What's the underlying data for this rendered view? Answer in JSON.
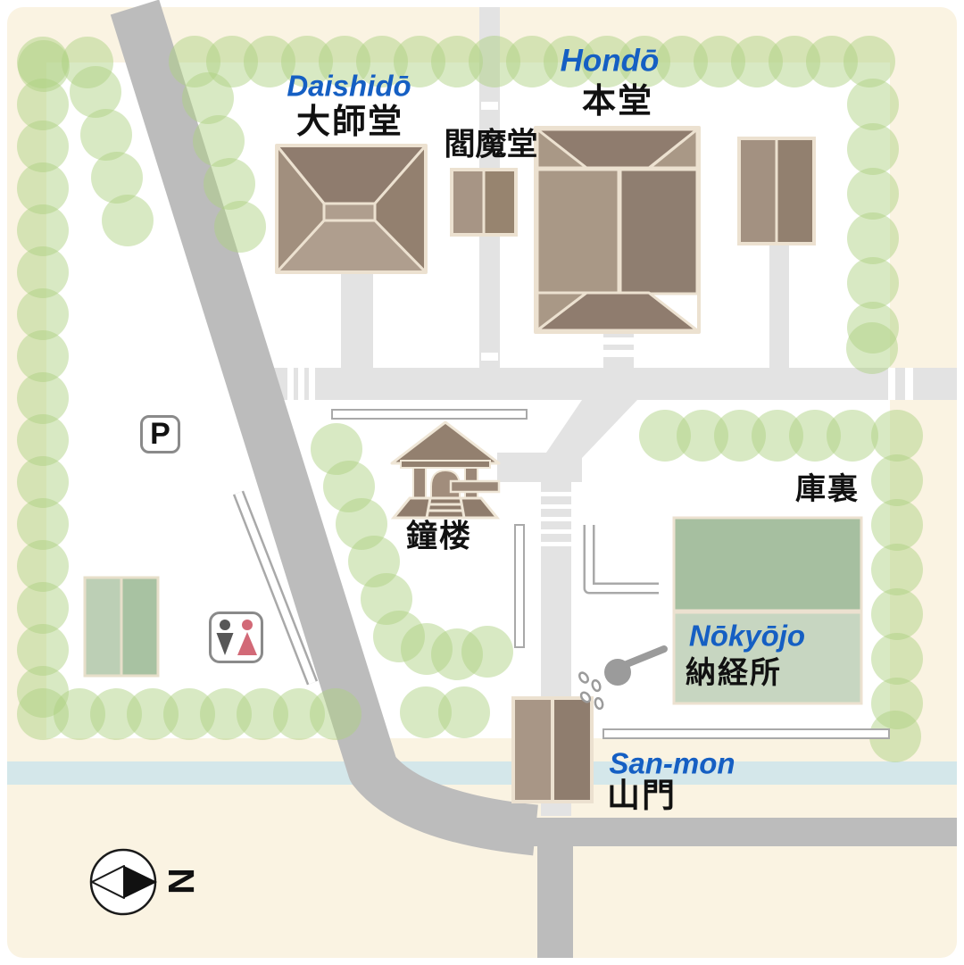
{
  "labels": {
    "daishido": {
      "romaji": "Daishidō",
      "kanji": "大師堂"
    },
    "hondo": {
      "romaji": "Hondō",
      "kanji": "本堂"
    },
    "enmado": {
      "kanji": "閻魔堂"
    },
    "shoro": {
      "kanji": "鐘楼"
    },
    "kuri": {
      "kanji": "庫裏"
    },
    "nokyojo": {
      "romaji": "Nōkyōjo",
      "kanji": "納経所"
    },
    "sanmon": {
      "romaji": "San-mon",
      "kanji": "山門"
    }
  },
  "badges": {
    "parking": "P",
    "compass_north": "N"
  },
  "icons": {
    "parking": "parking-P-badge",
    "toilet": "male-female-restroom-pictogram",
    "compass": "north-arrow-in-circle",
    "bell_tower": "shoro-bell-tower-pictogram",
    "water_ladle": "ladle-with-water-drops",
    "tree": "green-tree-circle"
  },
  "colors": {
    "background_cream": "#faf3e2",
    "grounds_white": "#ffffff",
    "road_gray": "#bcbcbc",
    "path_gray": "#e3e3e3",
    "river_blue": "#d4e7ea",
    "tree_green": "#aed182",
    "romaji_blue": "#155fc3",
    "text_black": "#111111",
    "building_light": "#a99886",
    "building_medium": "#a18f7e",
    "building_dark": "#8f7c6e",
    "building_lightest": "#af9e8e",
    "building_outline_cream": "#ece1d0",
    "kuri_green_top": "#a6bfa0",
    "kuri_green_bottom": "#c7d6c1",
    "side_building_green_left": "#bccfb5",
    "side_building_green_right": "#a8c2a2",
    "toilet_male_gray": "#575757",
    "toilet_female_red": "#d26977",
    "wall_outline_gray": "#a9a9a9",
    "ladle_gray": "#9b9b9b"
  }
}
